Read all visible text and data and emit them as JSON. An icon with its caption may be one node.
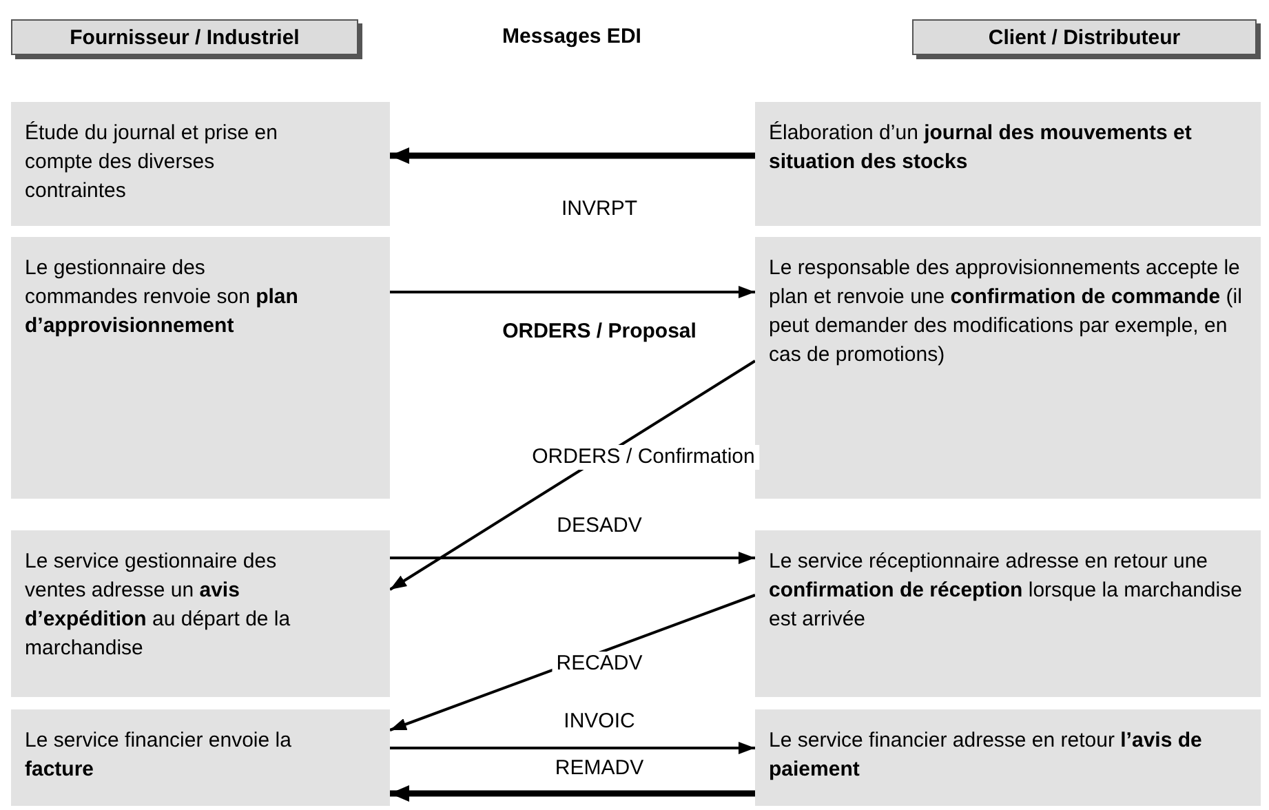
{
  "diagram": {
    "nodes": [
      {
        "text": [
          "Fournisseur / Industriel"
        ]
      },
      {
        "text": [
          "Client / Distributeur"
        ]
      },
      {
        "text": [
          "Étude du journal et prise en compte des diverses contraintes"
        ]
      },
      {
        "text": [
          "Élaboration d’un **journal des mouvements et situation des stocks**"
        ]
      },
      {
        "text": [
          "Le gestionnaire des commandes renvoie son **plan d’approvisionnement**"
        ]
      },
      {
        "text": [
          "Le responsable des approvisionnements accepte le plan et renvoie une **confirmation de commande** (il peut demander des modifications par exemple, en cas de promotions)"
        ]
      },
      {
        "text": [
          "Le service gestionnaire des ventes adresse un **avis d’expédition** au départ de la marchandise"
        ]
      },
      {
        "text": [
          "Le service réceptionnaire adresse en retour une **confirmation de réception** lorsque la marchandise est arrivée"
        ]
      },
      {
        "text": [
          "Le service financier envoie la **facture**"
        ]
      },
      {
        "text": [
          "Le service financier adresse en retour **l’avis de paiement**"
        ]
      }
    ],
    "edges": [
      {
        "from": 3,
        "to": 2,
        "arrow": "to",
        "label": "INVRPT",
        "style": "thick"
      },
      {
        "from": 4,
        "to": 5,
        "arrow": "to",
        "label": "ORDERS / Proposal"
      },
      {
        "from": 5,
        "to": 6,
        "arrow": "to",
        "label": "ORDERS / Confirmation"
      },
      {
        "from": 6,
        "to": 7,
        "arrow": "to",
        "label": "DESADV"
      },
      {
        "from": 7,
        "to": 8,
        "arrow": "to",
        "label": "RECADV"
      },
      {
        "from": 8,
        "to": 9,
        "arrow": "to",
        "label": "INVOIC"
      },
      {
        "from": 9,
        "to": 8,
        "arrow": "to",
        "label": "REMADV",
        "style": "thick"
      }
    ],
    "labels": [
      "Messages EDI"
    ]
  }
}
